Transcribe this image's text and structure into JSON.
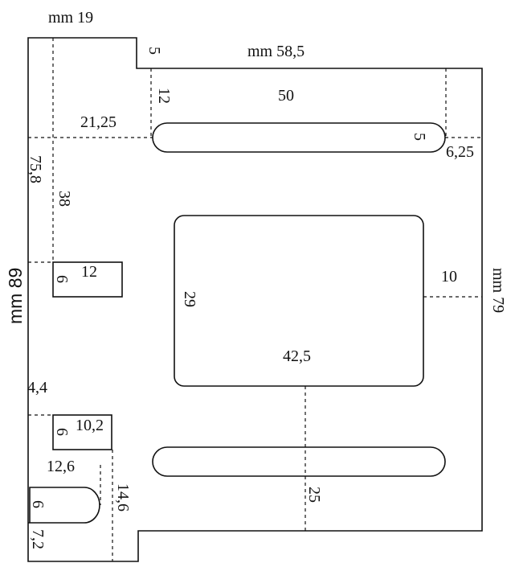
{
  "labels": {
    "width_notch": "mm 19",
    "notch_depth": "5",
    "width_top": "mm 58,5",
    "slot_offset_top": "12",
    "slot_length": "50",
    "slot_offset_left": "21,25",
    "slot_width": "5",
    "slot_offset_right": "6,25",
    "height_left_upper": "75,8",
    "hole_offset": "38",
    "height_total": "mm 89",
    "rect_width": "12",
    "rect_height": "6",
    "window_height": "29",
    "window_offset_right": "10",
    "height_right": "mm 79",
    "window_width": "42,5",
    "small_offset": "4,4",
    "rect2_width": "10,2",
    "rect2_height": "6",
    "u_width": "12,6",
    "u_height": "14,6",
    "u_slot": "6",
    "bottom_offset": "7,2",
    "slot2_offset": "25"
  }
}
